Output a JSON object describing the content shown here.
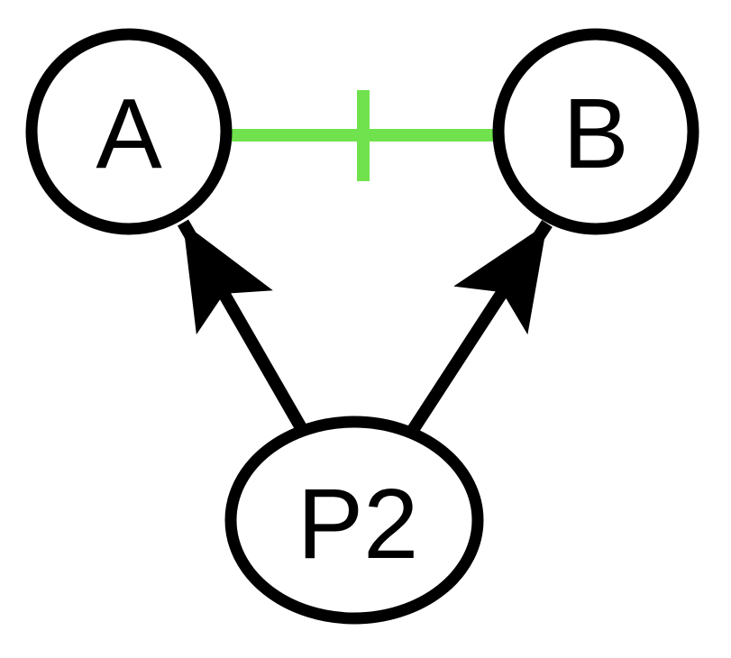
{
  "figure": {
    "type": "causal-graph",
    "background": "#FFFFFF",
    "colors": {
      "node_stroke": "#000000",
      "node_fill": "#FFFFFF",
      "text": "#000000",
      "arrow": "#000000",
      "blocked_edge": "#70E24E"
    },
    "nodes": [
      {
        "id": "A",
        "label": "A",
        "shape": "circle"
      },
      {
        "id": "B",
        "label": "B",
        "shape": "circle"
      },
      {
        "id": "P2",
        "label": "P2",
        "shape": "ellipse"
      }
    ],
    "edges": [
      {
        "from": "A",
        "to": "B",
        "style": "undirected",
        "marker": "perpendicular-tick",
        "color": "#70E24E"
      },
      {
        "from": "P2",
        "to": "A",
        "style": "directed-arrow",
        "color": "#000000"
      },
      {
        "from": "P2",
        "to": "B",
        "style": "directed-arrow",
        "color": "#000000"
      }
    ]
  }
}
